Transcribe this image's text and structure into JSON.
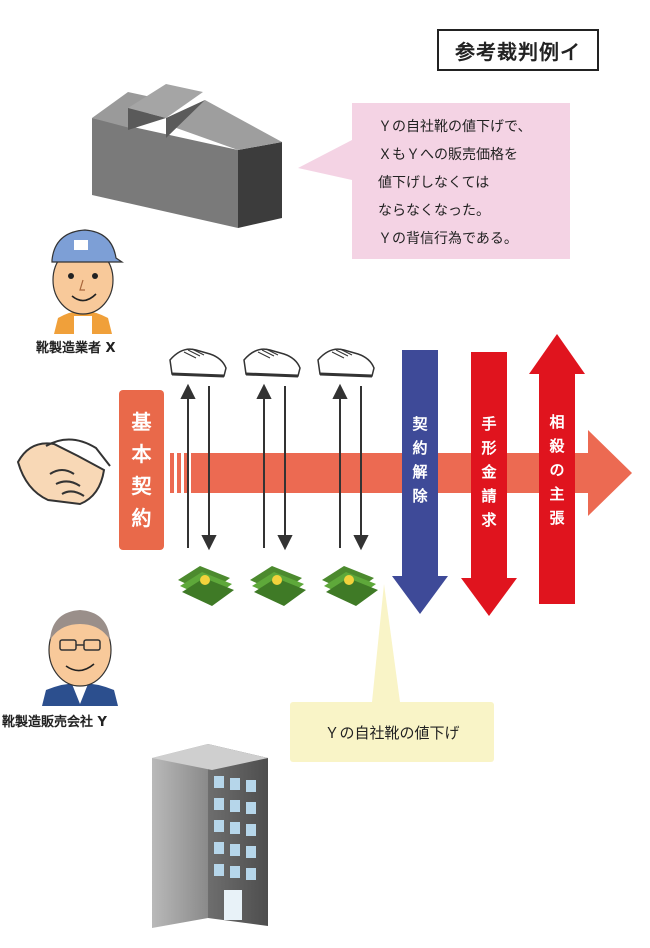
{
  "case_title": "参考裁判例イ",
  "speech_x": {
    "lines": [
      "Ｙの自社靴の値下げで、",
      "ＸもＹへの販売価格を",
      "値下げしなくては",
      "ならなくなった。",
      "Ｙの背信行為である。"
    ]
  },
  "party_x": "靴製造業者 X",
  "party_y": "靴製造販売会社 Y",
  "contract": [
    "基",
    "本",
    "契",
    "約"
  ],
  "actions": {
    "termination": [
      "契",
      "約",
      "解",
      "除"
    ],
    "bill_claim": [
      "手",
      "形",
      "金",
      "請",
      "求"
    ],
    "setoff": [
      "相",
      "殺",
      "の",
      "主",
      "張"
    ]
  },
  "speech_y": "Ｙの自社靴の値下げ",
  "colors": {
    "contract_arrow": "#ec6a52",
    "termination": "#3e4a98",
    "bill_claim": "#e0141e",
    "setoff": "#e0141e",
    "speech_x_bg": "#f4d3e4",
    "speech_y_bg": "#f9f4c7"
  },
  "icons": [
    "factory-icon",
    "worker-x-icon",
    "handshake-icon",
    "shoe-icon",
    "money-icon",
    "manager-y-icon",
    "office-building-icon"
  ]
}
